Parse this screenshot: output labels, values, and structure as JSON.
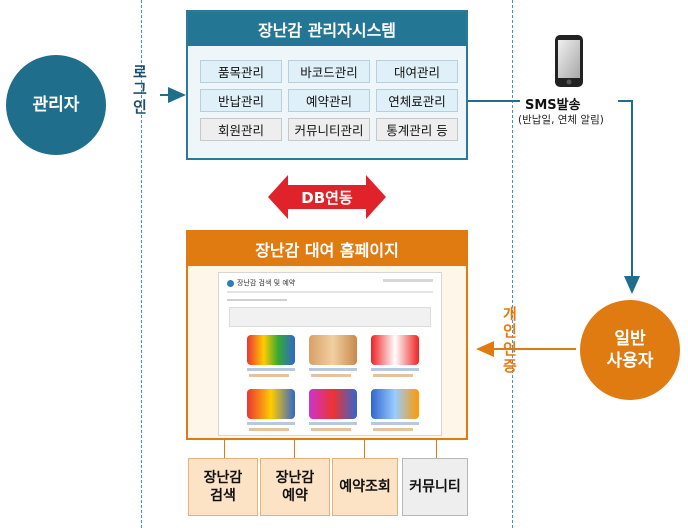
{
  "admin": {
    "label": "관리자"
  },
  "login": {
    "chars": [
      "로",
      "그",
      "인"
    ]
  },
  "admin_system": {
    "title": "장난감 관리자시스템",
    "modules": [
      {
        "label": "품목관리",
        "style": "blue"
      },
      {
        "label": "바코드관리",
        "style": "blue"
      },
      {
        "label": "대여관리",
        "style": "blue"
      },
      {
        "label": "반납관리",
        "style": "blue"
      },
      {
        "label": "예약관리",
        "style": "blue"
      },
      {
        "label": "연체료관리",
        "style": "blue"
      },
      {
        "label": "회원관리",
        "style": "gray"
      },
      {
        "label": "커뮤니티관리",
        "style": "gray"
      },
      {
        "label": "통계관리 등",
        "style": "gray"
      }
    ]
  },
  "sms": {
    "label": "SMS발송",
    "note": "(반납일, 연체 알림)",
    "icon": "mobile-phone-icon"
  },
  "db": {
    "label": "DB연동",
    "icon": "double-arrow-icon"
  },
  "homepage": {
    "title": "장난감 대여 홈페이지",
    "screenshot_title": "장난감 검색 및 예약"
  },
  "user": {
    "line1": "일반",
    "line2": "사용자"
  },
  "auth": {
    "chars": [
      "개",
      "인",
      "인",
      "증"
    ]
  },
  "services": [
    {
      "line1": "장난감",
      "line2": "검색",
      "style": "orange"
    },
    {
      "line1": "장난감",
      "line2": "예약",
      "style": "orange"
    },
    {
      "line1": "예약조회",
      "line2": "",
      "style": "orange"
    },
    {
      "line1": "커뮤니티",
      "line2": "",
      "style": "gray"
    }
  ],
  "colors": {
    "teal": "#1f6e8c",
    "orange": "#e07b12",
    "db_red": "#e0232a",
    "dash": "#4a90c8"
  }
}
